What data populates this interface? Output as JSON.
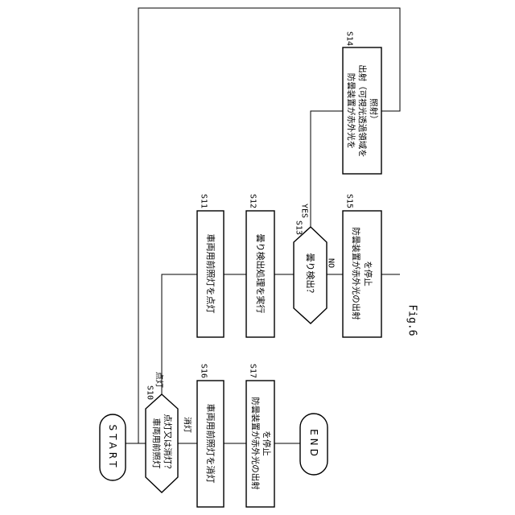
{
  "figure": {
    "label": "Fig.6",
    "start": "START",
    "end": "END",
    "steps": {
      "s10": {
        "id": "S10",
        "lines": [
          "車両用前照灯",
          "点灯又は消灯？"
        ],
        "branch_on": "点灯",
        "branch_off": "消灯"
      },
      "s11": {
        "id": "S11",
        "lines": [
          "車両用前照灯を点灯"
        ]
      },
      "s12": {
        "id": "S12",
        "lines": [
          "曇り検出処理を実行"
        ]
      },
      "s13": {
        "id": "S13",
        "lines": [
          "曇り検出？"
        ],
        "yes": "YES",
        "no": "NO"
      },
      "s14": {
        "id": "S14",
        "lines": [
          "防曇装置が赤外光を",
          "出射（可視光透過領域を",
          "照射）"
        ]
      },
      "s15": {
        "id": "S15",
        "lines": [
          "防曇装置が赤外光の出射",
          "を停止"
        ]
      },
      "s16": {
        "id": "S16",
        "lines": [
          "車両用前照灯を消灯"
        ]
      },
      "s17": {
        "id": "S17",
        "lines": [
          "防曇装置が赤外光の出射",
          "を停止"
        ]
      }
    }
  }
}
